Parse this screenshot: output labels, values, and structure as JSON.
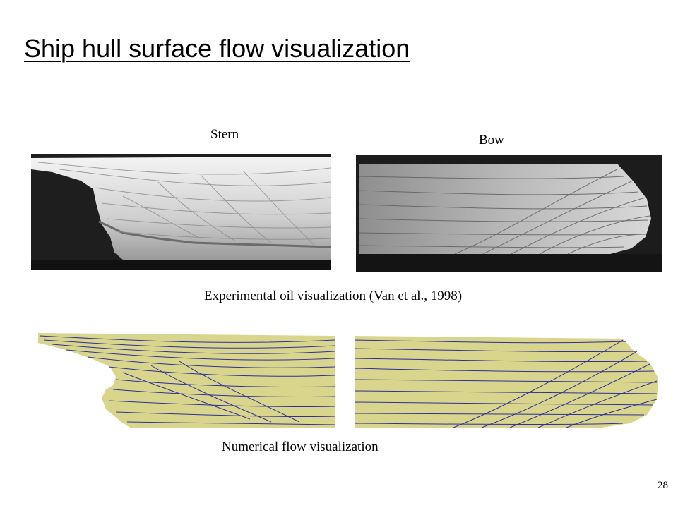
{
  "slide": {
    "title": "Ship hull surface flow visualization",
    "page_number": "28"
  },
  "experimental": {
    "stern_label": "Stern",
    "bow_label": "Bow",
    "caption": "Experimental oil visualization (Van et al., 1998)"
  },
  "numerical": {
    "caption": "Numerical flow visualization"
  },
  "colors": {
    "hull_surface": "#d9d58c",
    "streamline": "#1c1f9c",
    "photo_background": "#1a1a1a"
  }
}
